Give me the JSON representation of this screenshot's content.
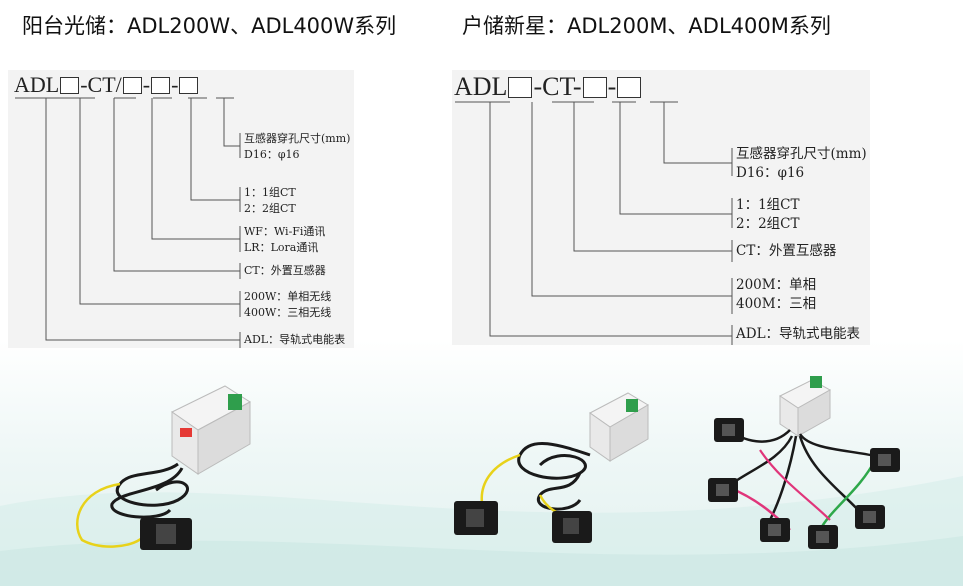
{
  "headings": {
    "left": "阳台光储：ADL200W、ADL400W系列",
    "right": "户储新星：ADL200M、ADL400M系列"
  },
  "left_diagram": {
    "prefix": "ADL",
    "sep1": "-CT/",
    "sep2": "-",
    "sep3": "-",
    "groups": [
      {
        "lines": [
          "互感器穿孔尺寸(mm)",
          "D16：φ16"
        ]
      },
      {
        "lines": [
          "1：1组CT",
          "2：2组CT"
        ]
      },
      {
        "lines": [
          "WF：Wi-Fi通讯",
          "LR：Lora通讯"
        ]
      },
      {
        "lines": [
          "CT：外置互感器"
        ]
      },
      {
        "lines": [
          "200W：单相无线",
          "400W：三相无线"
        ]
      },
      {
        "lines": [
          "ADL：导轨式电能表"
        ]
      }
    ]
  },
  "right_diagram": {
    "prefix": "ADL",
    "sep1": "-CT-",
    "sep2": "-",
    "groups": [
      {
        "lines": [
          "互感器穿孔尺寸(mm)",
          "D16：φ16"
        ]
      },
      {
        "lines": [
          "1：1组CT",
          "2：2组CT"
        ]
      },
      {
        "lines": [
          "CT：外置互感器"
        ]
      },
      {
        "lines": [
          "200M：单相",
          "400M：三相"
        ]
      },
      {
        "lines": [
          "ADL：导轨式电能表"
        ]
      }
    ]
  },
  "colors": {
    "heading": "#111111",
    "panel_bg": "#f3f3f3",
    "wire_black": "#1a1a1a",
    "wire_yellow": "#e8d21a",
    "wire_red": "#e0357a",
    "wire_green": "#2ea84a",
    "terminal_green": "#2f9e4c"
  }
}
